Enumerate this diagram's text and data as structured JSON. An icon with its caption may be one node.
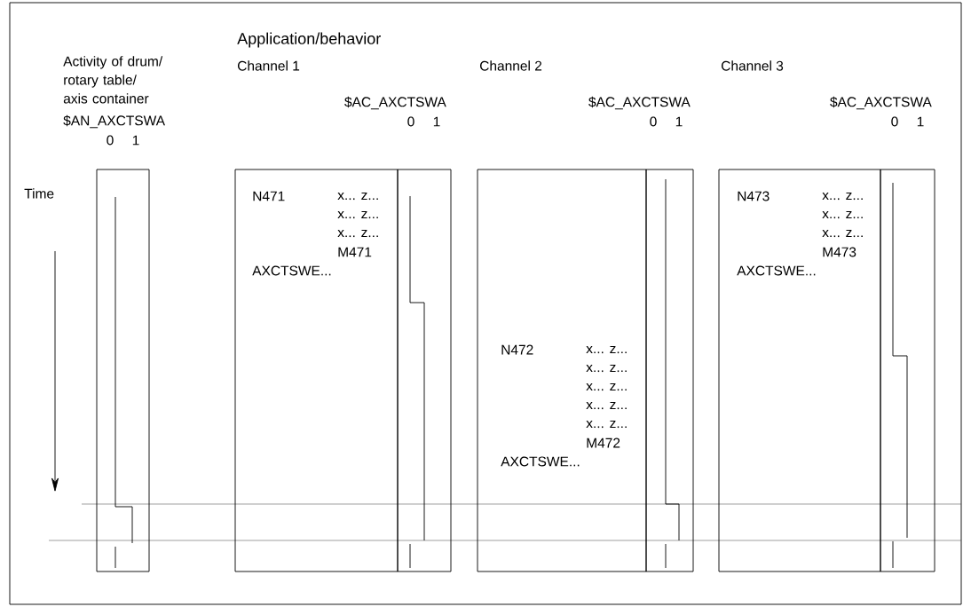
{
  "diagram": {
    "title": "Application/behavior",
    "nodes": [
      {
        "text": [],
        "shape": "box"
      },
      {
        "text": [
          "N471",
          "x... z...",
          "x... z...",
          "x... z...",
          "M471",
          "AXCTSWE..."
        ]
      },
      {
        "text": [],
        "shape": "box"
      },
      {
        "text": [
          "N472",
          "x... z...",
          "x... z...",
          "x... z...",
          "x... z...",
          "x... z...",
          "M472",
          "AXCTSWE..."
        ]
      },
      {
        "text": [],
        "shape": "box"
      },
      {
        "text": [
          "N473",
          "x... z...",
          "x... z...",
          "x... z...",
          "M473",
          "AXCTSWE..."
        ]
      },
      {
        "text": [],
        "shape": "box"
      }
    ],
    "edges": [],
    "labels": [
      "Activity of drum/ rotary table/ axis container",
      "Channel 1",
      "Channel 2",
      "Channel 3",
      "$AC_AXCTSWA",
      "$AC_AXCTSWA",
      "$AC_AXCTSWA",
      "$AN_AXCTSWA",
      "0",
      "1",
      "0",
      "1",
      "0",
      "1",
      "0",
      "1",
      "Time"
    ]
  }
}
